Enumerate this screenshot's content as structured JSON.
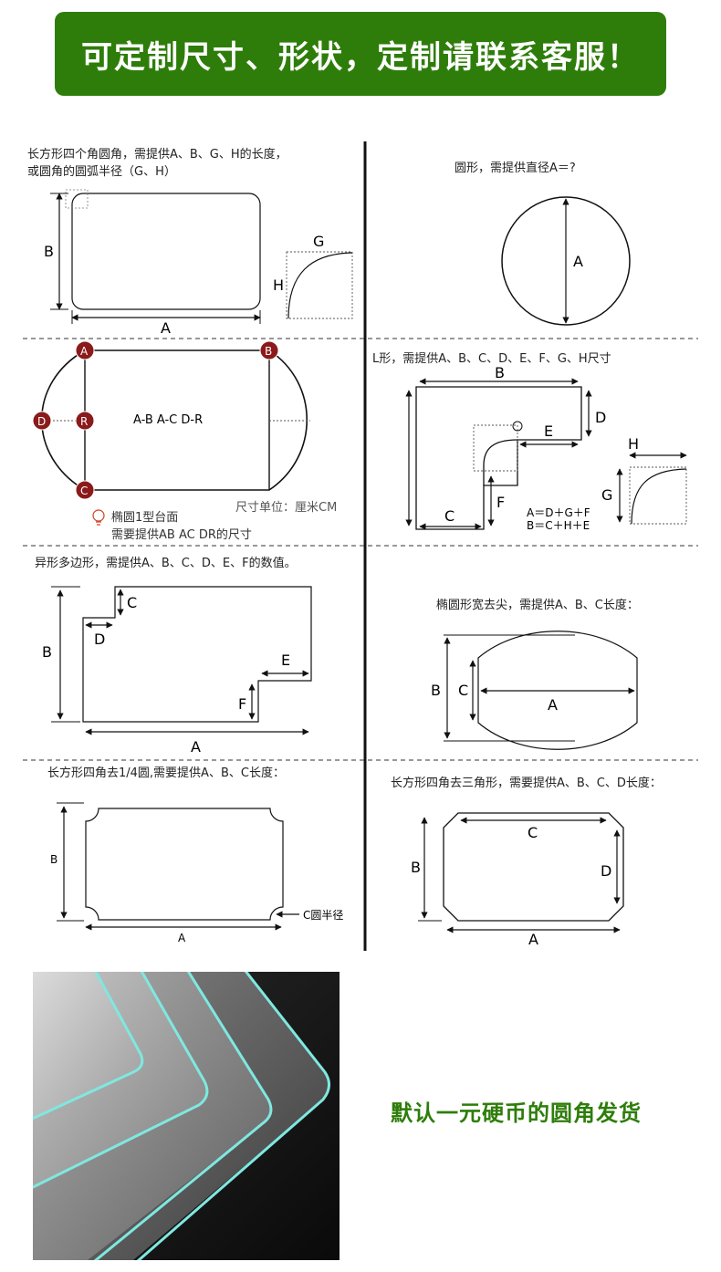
{
  "banner": {
    "text": "可定制尺寸、形状，定制请联系客服！",
    "color": "#2e7d0a"
  },
  "sections": {
    "rounded_rect": {
      "caption_line1": "长方形四个角圆角，需提供A、B、G、H的长度，",
      "caption_line2": "或圆角的圆弧半径（G、H）",
      "labels": {
        "a": "A",
        "b": "B",
        "g": "G",
        "h": "H"
      }
    },
    "circle": {
      "caption": "圆形，需提供直径A＝?",
      "labels": {
        "a": "A"
      }
    },
    "ellipse_type1": {
      "inner_text": "A-B  A-C  D-R",
      "unit": "尺寸单位：厘米CM",
      "note_line1": "椭圆1型台面",
      "note_line2": "需要提供AB AC DR的尺寸",
      "markers": {
        "a": "A",
        "b": "B",
        "c": "C",
        "d": "D",
        "r": "R"
      },
      "marker_color": "#8b1a1a"
    },
    "l_shape": {
      "caption": "L形，需提供A、B、C、D、E、F、G、H尺寸",
      "labels": {
        "b": "B",
        "c": "C",
        "d": "D",
        "e": "E",
        "f": "F",
        "g": "G",
        "h": "H"
      },
      "formula1": "A＝D＋G＋F",
      "formula2": "B＝C＋H＋E"
    },
    "polygon": {
      "caption": "异形多边形，需提供A、B、C、D、E、F的数值。",
      "labels": {
        "a": "A",
        "b": "B",
        "c": "C",
        "d": "D",
        "e": "E",
        "f": "F"
      }
    },
    "ellipse_wide": {
      "caption": "椭圆形宽去尖，需提供A、B、C长度：",
      "labels": {
        "a": "A",
        "b": "B",
        "c": "C"
      }
    },
    "quarter_round": {
      "caption": "长方形四角去1/4圆,需要提供A、B、C长度：",
      "labels": {
        "a": "A",
        "b": "B"
      },
      "c_label": "C圆半径"
    },
    "chamfer": {
      "caption": "长方形四角去三角形，需要提供A、B、C、D长度：",
      "labels": {
        "a": "A",
        "b": "B",
        "c": "C",
        "d": "D"
      }
    }
  },
  "footer": {
    "slogan": "默认一元硬币的圆角发货",
    "slogan_color": "#2e7d0a",
    "glow_color": "#7fe8e0"
  }
}
